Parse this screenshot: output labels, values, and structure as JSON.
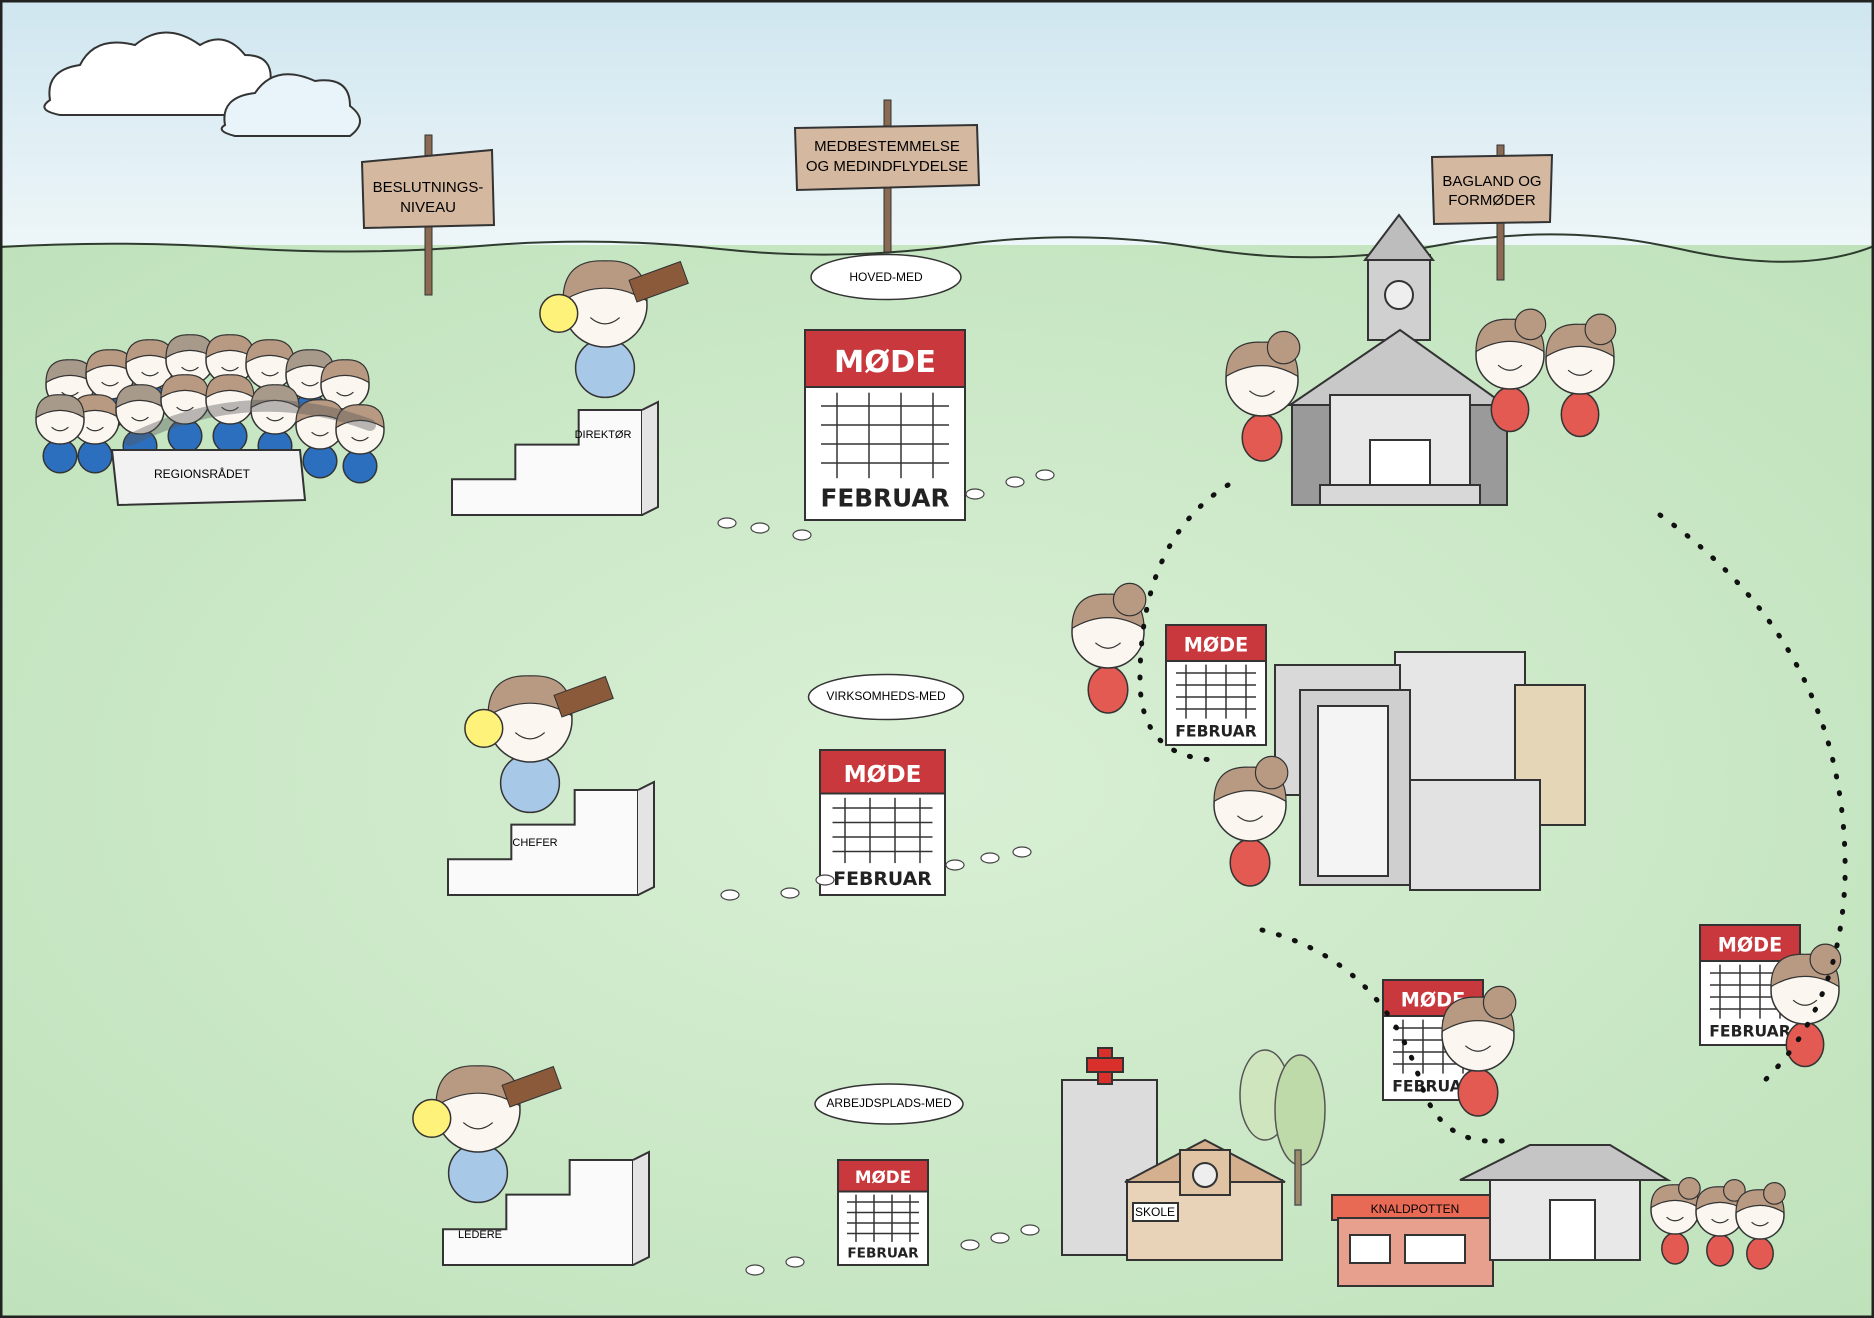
{
  "signs": {
    "decision_level": [
      "BESLUTNINGS-",
      "NIVEAU"
    ],
    "codetermination": [
      "MEDBESTEMMELSE",
      "OG MEDINDFLYDELSE"
    ],
    "backland": [
      "BAGLAND OG",
      "FORMØDER"
    ]
  },
  "labels": {
    "council": "REGIONSRÅDET",
    "director": "DIREKTØR",
    "chiefs": "CHEFER",
    "leaders": "LEDERE",
    "main_med": "HOVED-MED",
    "business_med": "VIRKSOMHEDS-MED",
    "workplace_med": "ARBEJDSPLADS-MED",
    "school": "SKOLE",
    "knaldpotten": "KNALDPOTTEN"
  },
  "calendar": {
    "title": "MØDE",
    "month": "FEBRUAR"
  },
  "colors": {
    "sky": "#d6eaf2",
    "grass": "#cfe9cb",
    "sign": "#d4b8a0",
    "calendar_red": "#c8383c",
    "person_red": "#e25a52",
    "hair": "#b89a82"
  }
}
